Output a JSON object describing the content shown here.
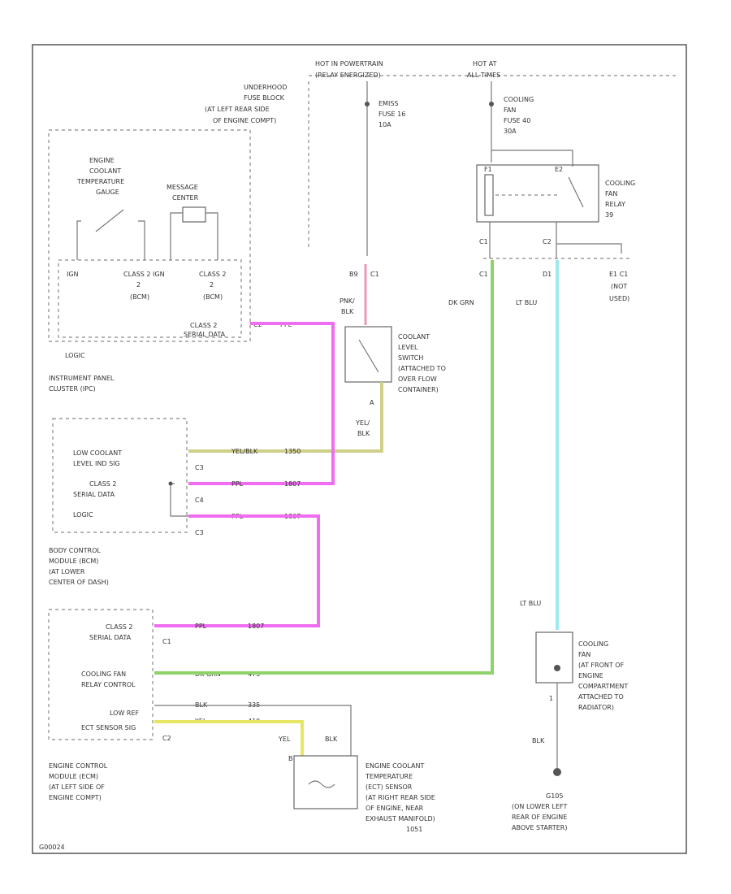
{
  "labels": {
    "hot_pt": "HOT IN POWERTRAIN",
    "relay_energized": "(RELAY ENERGIZED)",
    "hot_all": "HOT AT",
    "all_times": "ALL TIMES",
    "fuse_block_1": "UNDERHOOD",
    "fuse_block_2": "FUSE BLOCK",
    "fuse_block_3": "(AT LEFT REAR SIDE",
    "fuse_block_4": "OF ENGINE COMPT)",
    "emiss_1": "EMISS",
    "emiss_2": "FUSE 16",
    "emiss_3": "10A",
    "cool_fuse_1": "COOLING",
    "cool_fuse_2": "FAN",
    "cool_fuse_3": "FUSE 40",
    "cool_fuse_4": "30A",
    "relay_1": "COOLING",
    "relay_2": "FAN",
    "relay_3": "RELAY",
    "relay_4": "39",
    "ipc_gauge_1": "ENGINE",
    "ipc_gauge_2": "COOLANT",
    "ipc_gauge_3": "TEMPERATURE",
    "ipc_gauge_4": "GAUGE",
    "msg_center_1": "MESSAGE",
    "msg_center_2": "CENTER",
    "ign": "IGN",
    "class2_bcm_1": "CLASS 2 IGN",
    "class2_bcm_2": "2",
    "class2_bcm_3": "(BCM)",
    "class2_bcm2_1": "CLASS 2",
    "class2_bcm2_2": "2",
    "class2_bcm2_3": "(BCM)",
    "class2_serial_1": "CLASS 2",
    "class2_serial_2": "SERIAL DATA",
    "logic_ipc": "LOGIC",
    "ipc_1": "INSTRUMENT PANEL",
    "ipc_2": "CLUSTER (IPC)",
    "bcm_low_1": "LOW COOLANT",
    "bcm_low_2": "LEVEL IND SIG",
    "bcm_serial_1": "CLASS 2",
    "bcm_serial_2": "SERIAL DATA",
    "bcm_logic": "LOGIC",
    "bcm_1": "BODY CONTROL",
    "bcm_2": "MODULE (BCM)",
    "bcm_3": "(AT LOWER",
    "bcm_4": "CENTER OF DASH)",
    "ecm_serial_1": "CLASS 2",
    "ecm_serial_2": "SERIAL DATA",
    "ecm_relay_1": "COOLING FAN",
    "ecm_relay_2": "RELAY CONTROL",
    "ecm_low_ref": "LOW REF",
    "ecm_ect_sig": "ECT SENSOR SIG",
    "ecm_1": "ENGINE CONTROL",
    "ecm_2": "MODULE (ECM)",
    "ecm_3": "(AT LEFT SIDE OF",
    "ecm_4": "ENGINE COMPT)",
    "switch_1": "COOLANT",
    "switch_2": "LEVEL",
    "switch_3": "SWITCH",
    "switch_4": "(ATTACHED TO",
    "switch_5": "OVER FLOW",
    "switch_6": "CONTAINER)",
    "ect_1": "ENGINE COOLANT",
    "ect_2": "TEMPERATURE",
    "ect_3": "(ECT) SENSOR",
    "ect_4": "(AT RIGHT REAR SIDE",
    "ect_5": "OF ENGINE, NEAR",
    "ect_6": "EXHAUST MANIFOLD)",
    "fan_1": "COOLING",
    "fan_2": "FAN",
    "fan_3": "(AT FRONT OF",
    "fan_4": "ENGINE",
    "fan_5": "COMPARTMENT",
    "fan_6": "ATTACHED TO",
    "fan_7": "RADIATOR)",
    "ground_1": "G105",
    "ground_2": "(ON LOWER LEFT",
    "ground_3": "REAR OF ENGINE",
    "ground_4": "ABOVE STARTER)",
    "not_used_1": "(NOT",
    "not_used_2": "USED)",
    "wire_pnk_blk_1": "PNK/",
    "wire_pnk_blk_2": "BLK",
    "wire_dk_grn": "DK GRN",
    "wire_lt_blu_top": "LT BLU",
    "wire_lt_blu_bot": "LT BLU",
    "wire_yel_blk_1": "YEL/",
    "wire_yel_blk_2": "BLK",
    "wire_ppl_ipc": "PPL",
    "wire_yel_blk_bcm": "YEL/BLK",
    "wire_ppl_bcm1": "PPL",
    "wire_ppl_bcm2": "PPL",
    "wire_ppl_ecm": "PPL",
    "wire_dk_grn_ecm": "DK GRN",
    "wire_blk_ecm": "BLK",
    "wire_yel_ecm": "YEL",
    "wire_yel_ect": "YEL",
    "wire_blk_ect": "BLK",
    "wire_blk_fan": "BLK",
    "c_ipc": "C2",
    "c_bcm1": "C3",
    "c_bcm2": "C4",
    "c_bcm3": "C3",
    "c_ecm1": "C1",
    "c_ecm2": "C2",
    "c_x1": "C2",
    "c_x2": "C1",
    "c_x3": "C1",
    "c_x4": "E1 C1",
    "pin_b9": "B9",
    "pin_a": "A",
    "pin_b": "B",
    "pin_1": "1",
    "pin_f1": "F1",
    "pin_e2": "E2",
    "pin_c1": "C1",
    "pin_d1": "D1",
    "circuit_1": "1350",
    "circuit_2": "1807",
    "circuit_3": "1807",
    "circuit_4": "1807",
    "circuit_5": "473",
    "circuit_6": "335",
    "circuit_7": "410",
    "circuit_8": "1051",
    "footer_id": "G00024"
  }
}
